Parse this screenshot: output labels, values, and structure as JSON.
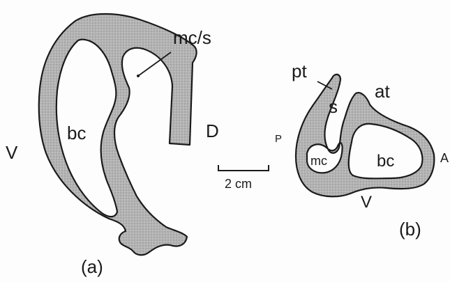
{
  "colors": {
    "tissue_fill": "#a9a9a9",
    "outline": "#1a1a1a",
    "background": "#ffffff"
  },
  "panel_a": {
    "label": "(a)",
    "labels": {
      "mc_s": "mc/s",
      "bc": "bc",
      "D": "D",
      "V": "V"
    }
  },
  "panel_b": {
    "label": "(b)",
    "labels": {
      "pt": "pt",
      "s": "s",
      "at": "at",
      "P": "P",
      "mc": "mc",
      "bc": "bc",
      "A": "A",
      "V": "V"
    }
  },
  "scale_bar": {
    "label": "2 cm"
  }
}
